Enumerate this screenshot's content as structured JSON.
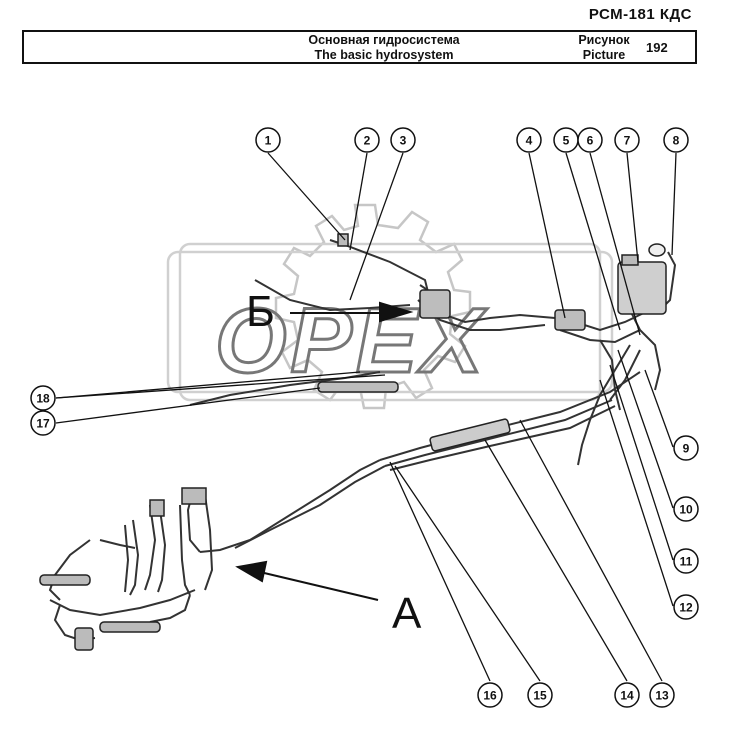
{
  "header": {
    "doc_code": "РСМ-181 КДС",
    "title_ru": "Основная гидросистема",
    "title_en": "The basic hydrosystem",
    "picture_label_ru": "Рисунок",
    "picture_label_en": "Picture",
    "picture_number": "192"
  },
  "watermark": {
    "text": "OPEX"
  },
  "view_labels": {
    "a": "А",
    "b": "Б"
  },
  "callouts": [
    "1",
    "2",
    "3",
    "4",
    "5",
    "6",
    "7",
    "8",
    "9",
    "10",
    "11",
    "12",
    "13",
    "14",
    "15",
    "16",
    "17",
    "18"
  ]
}
